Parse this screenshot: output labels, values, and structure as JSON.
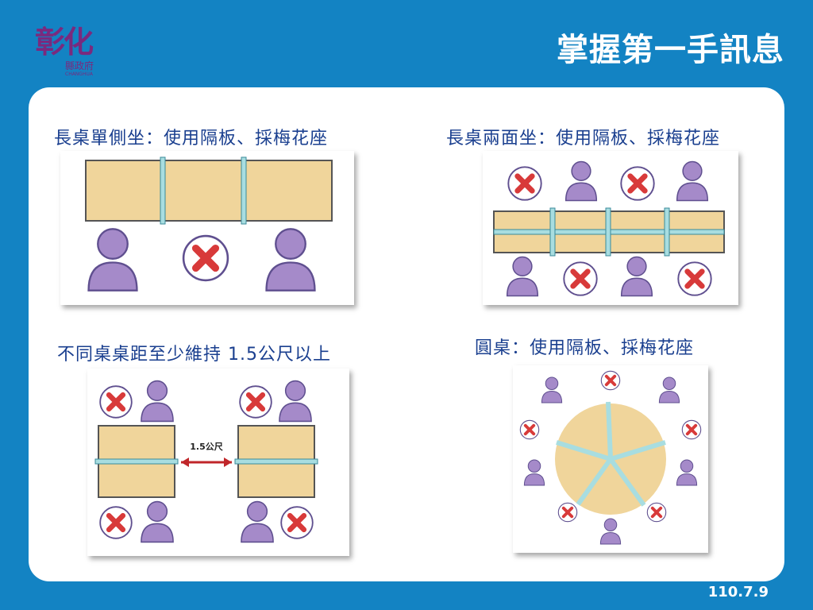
{
  "logo": {
    "main": "彰化",
    "sub": "縣政府",
    "english": "CHANGHUA"
  },
  "title": "掌握第一手訊息",
  "sections": {
    "long_single": {
      "heading": "長桌單側坐：使用隔板、採梅花座"
    },
    "long_double": {
      "heading": "長桌兩面坐：使用隔板、採梅花座"
    },
    "distance": {
      "heading": "不同桌桌距至少維持 1.5公尺以上",
      "distance_label": "1.5公尺"
    },
    "round": {
      "heading": "圓桌：使用隔板、採梅花座"
    }
  },
  "footer": {
    "date": "110.7.9"
  },
  "colors": {
    "background": "#1383c3",
    "table": "#f0d59b",
    "divider": "#a8dde0",
    "person": "#a58ac9",
    "cross": "#d83a3a",
    "heading": "#1a3f8f"
  }
}
